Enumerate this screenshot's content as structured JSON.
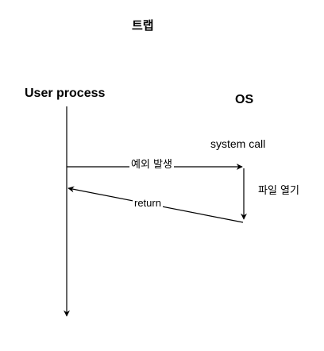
{
  "diagram": {
    "title": "트랩",
    "actors": {
      "user": "User process",
      "os": "OS"
    },
    "notes": {
      "system_call": "system call",
      "open_file": "파일 열기"
    },
    "messages": {
      "exception": "예외 발생",
      "return": "return"
    },
    "stroke_color": "#000000",
    "background_color": "#ffffff"
  }
}
